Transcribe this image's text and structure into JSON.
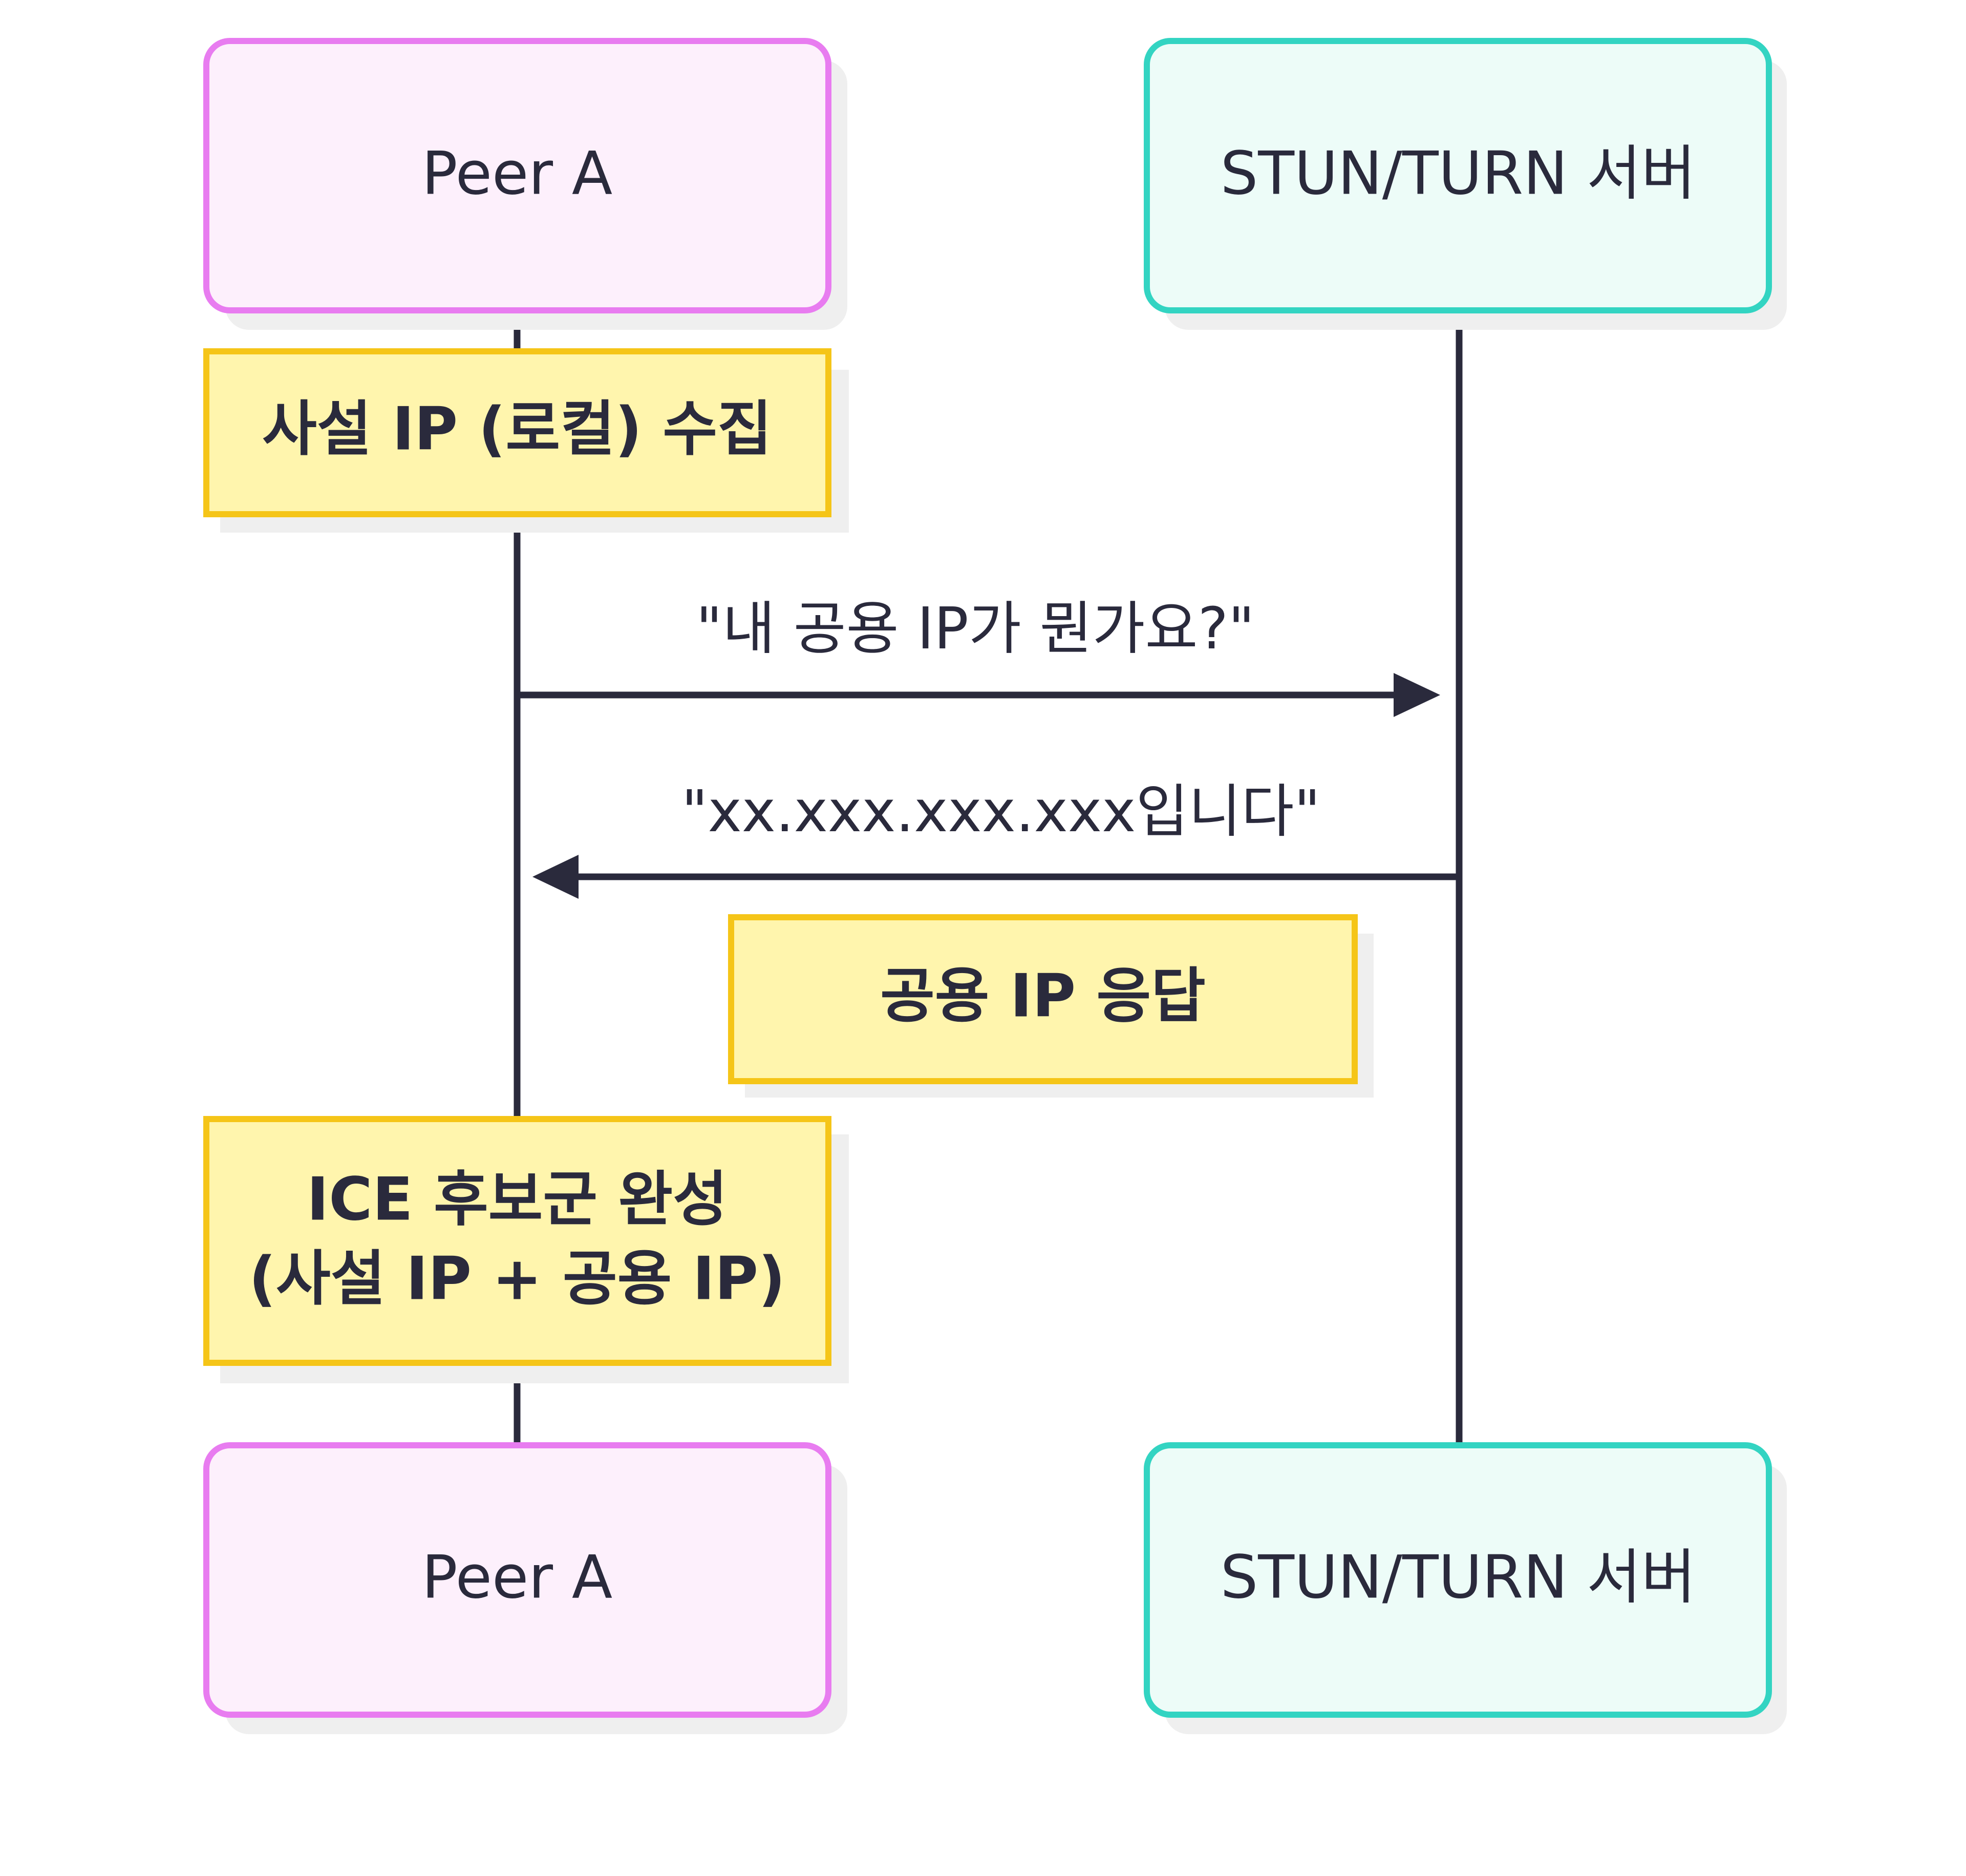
{
  "participants": {
    "peer_a": {
      "label": "Peer A",
      "fill": "#fdf0fc",
      "stroke": "#e87cf0"
    },
    "server": {
      "label": "STUN/TURN 서버",
      "fill": "#edfcf8",
      "stroke": "#33d4c2"
    }
  },
  "notes": {
    "private_ip": {
      "label": "사설 IP (로컬) 수집"
    },
    "public_ip_response": {
      "label": "공용 IP 응답"
    },
    "ice_complete": {
      "line1": "ICE 후보군 완성",
      "line2": "(사설 IP + 공용 IP)"
    }
  },
  "messages": {
    "request": {
      "label": "\"내 공용 IP가 뭔가요?\"",
      "direction": "Peer A → STUN/TURN 서버"
    },
    "response": {
      "label": "\"xx.xxx.xxx.xxx입니다\"",
      "direction": "STUN/TURN 서버 → Peer A"
    }
  },
  "colors": {
    "note_fill": "#fff5ad",
    "note_stroke": "#f5c518",
    "line": "#2a2a3c",
    "shadow": "#efefef"
  }
}
